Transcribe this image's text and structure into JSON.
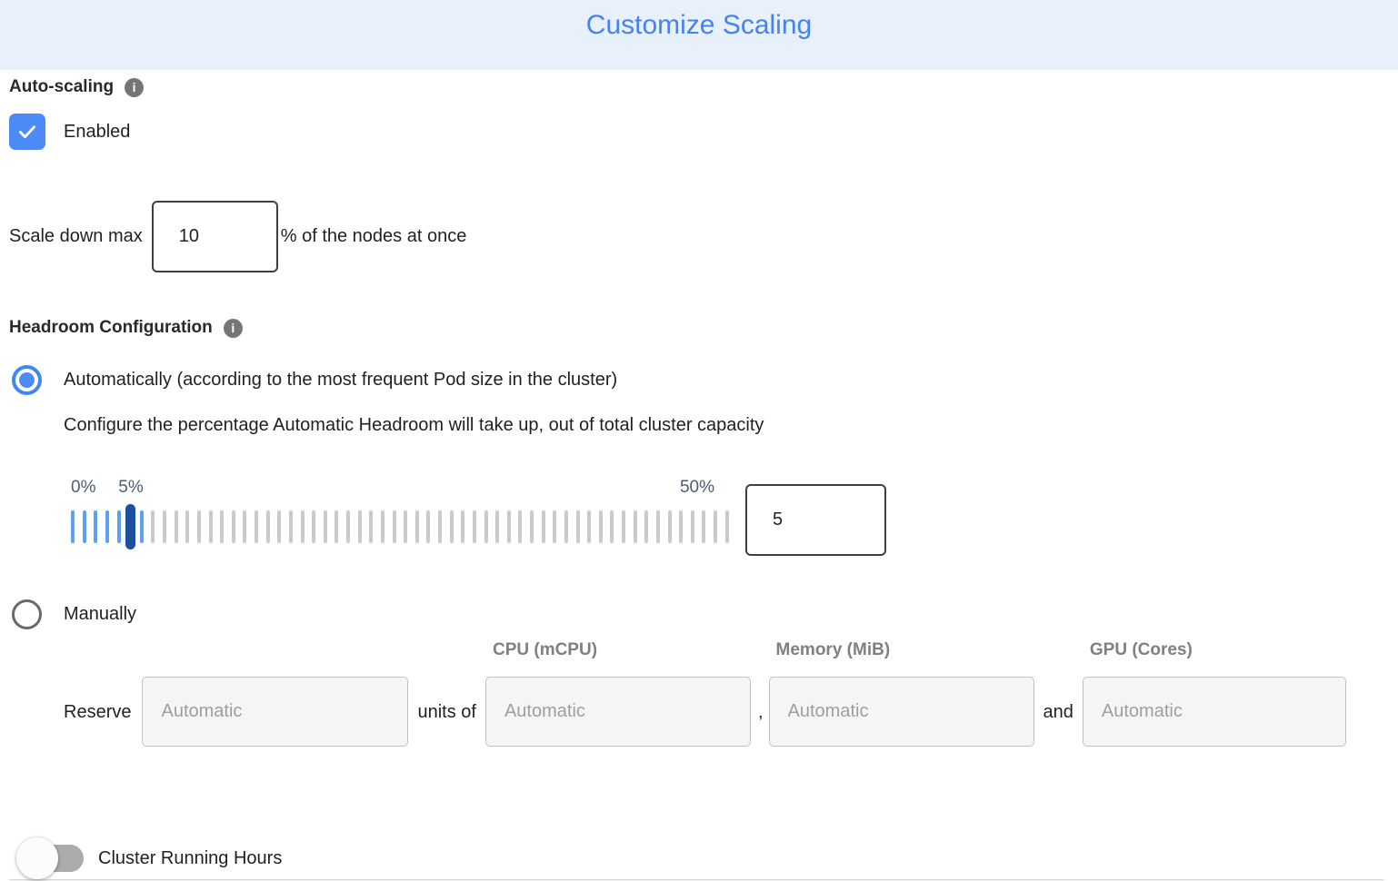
{
  "header": {
    "title": "Customize Scaling"
  },
  "auto_scaling": {
    "label": "Auto-scaling",
    "info_icon": "info-icon",
    "checkbox": {
      "checked": true,
      "label": "Enabled"
    }
  },
  "scale_down": {
    "prefix": "Scale down max",
    "value": "10",
    "suffix": "% of the nodes at once"
  },
  "headroom": {
    "label": "Headroom Configuration",
    "info_icon": "info-icon",
    "options": {
      "automatic": {
        "selected": true,
        "label": "Automatically (according to the most frequent Pod size in the cluster)",
        "description": "Configure the percentage Automatic Headroom will take up, out of total cluster capacity"
      },
      "manual": {
        "selected": false,
        "label": "Manually"
      }
    },
    "slider": {
      "min_label": "0%",
      "current_label": "5%",
      "max_label": "50%",
      "value": "5",
      "ticks_total": 58,
      "ticks_active": 7
    }
  },
  "reserve": {
    "label": "Reserve",
    "count_placeholder": "Automatic",
    "separators": {
      "units_of": "units of",
      "comma": ",",
      "and": "and"
    },
    "columns": [
      {
        "header": "CPU (mCPU)",
        "placeholder": "Automatic"
      },
      {
        "header": "Memory (MiB)",
        "placeholder": "Automatic"
      },
      {
        "header": "GPU (Cores)",
        "placeholder": "Automatic"
      }
    ]
  },
  "cluster_running_hours": {
    "label": "Cluster Running Hours",
    "enabled": false
  },
  "colors": {
    "header_bg": "#E8F0FC",
    "title_blue": "#4583EE",
    "accent_blue": "#4285F4",
    "checkbox_blue": "#4C8BF5",
    "slider_tick_blue": "#5EA1F2",
    "slider_tick_gray": "#C9CACC",
    "slider_handle_navy": "#1D4F9E",
    "slider_label_gray": "#4C5C73",
    "column_header_gray": "#7D8084",
    "placeholder_gray": "#9B9FA3",
    "disabled_input_bg": "#F5F5F5",
    "info_icon_gray": "#757575",
    "toggle_track_gray": "#ABABAB"
  }
}
